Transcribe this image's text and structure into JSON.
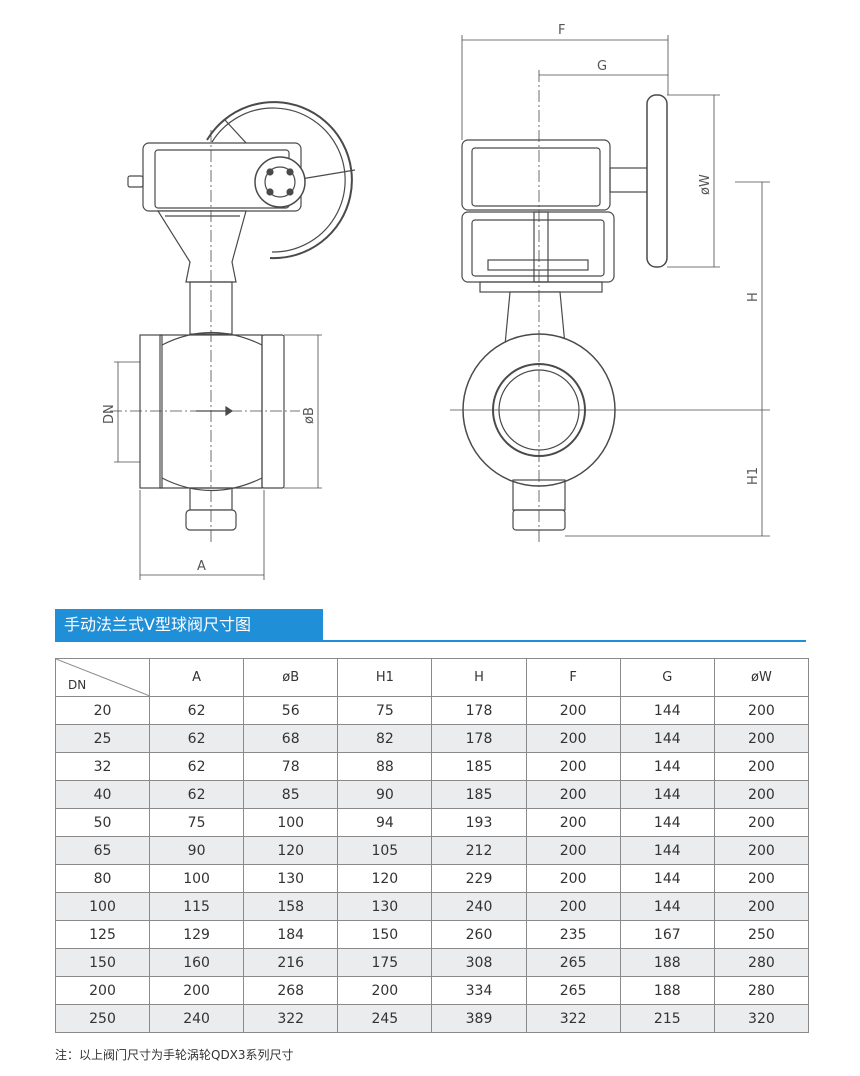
{
  "drawing_labels": {
    "F": "F",
    "G": "G",
    "W": "øW",
    "H": "H",
    "H1": "H1",
    "DN": "DN",
    "B": "øB",
    "A": "A"
  },
  "title": "手动法兰式V型球阀尺寸图",
  "table": {
    "corner_label": "DN",
    "headers": [
      "A",
      "øB",
      "H1",
      "H",
      "F",
      "G",
      "øW"
    ],
    "rows": [
      [
        "20",
        "62",
        "56",
        "75",
        "178",
        "200",
        "144",
        "200"
      ],
      [
        "25",
        "62",
        "68",
        "82",
        "178",
        "200",
        "144",
        "200"
      ],
      [
        "32",
        "62",
        "78",
        "88",
        "185",
        "200",
        "144",
        "200"
      ],
      [
        "40",
        "62",
        "85",
        "90",
        "185",
        "200",
        "144",
        "200"
      ],
      [
        "50",
        "75",
        "100",
        "94",
        "193",
        "200",
        "144",
        "200"
      ],
      [
        "65",
        "90",
        "120",
        "105",
        "212",
        "200",
        "144",
        "200"
      ],
      [
        "80",
        "100",
        "130",
        "120",
        "229",
        "200",
        "144",
        "200"
      ],
      [
        "100",
        "115",
        "158",
        "130",
        "240",
        "200",
        "144",
        "200"
      ],
      [
        "125",
        "129",
        "184",
        "150",
        "260",
        "235",
        "167",
        "250"
      ],
      [
        "150",
        "160",
        "216",
        "175",
        "308",
        "265",
        "188",
        "280"
      ],
      [
        "200",
        "200",
        "268",
        "200",
        "334",
        "265",
        "188",
        "280"
      ],
      [
        "250",
        "240",
        "322",
        "245",
        "389",
        "322",
        "215",
        "320"
      ]
    ]
  },
  "note": "注：以上阀门尺寸为手轮涡轮QDX3系列尺寸",
  "colors": {
    "accent": "#1f8fd8",
    "row_shade": "#ebeced",
    "line": "#555555"
  }
}
